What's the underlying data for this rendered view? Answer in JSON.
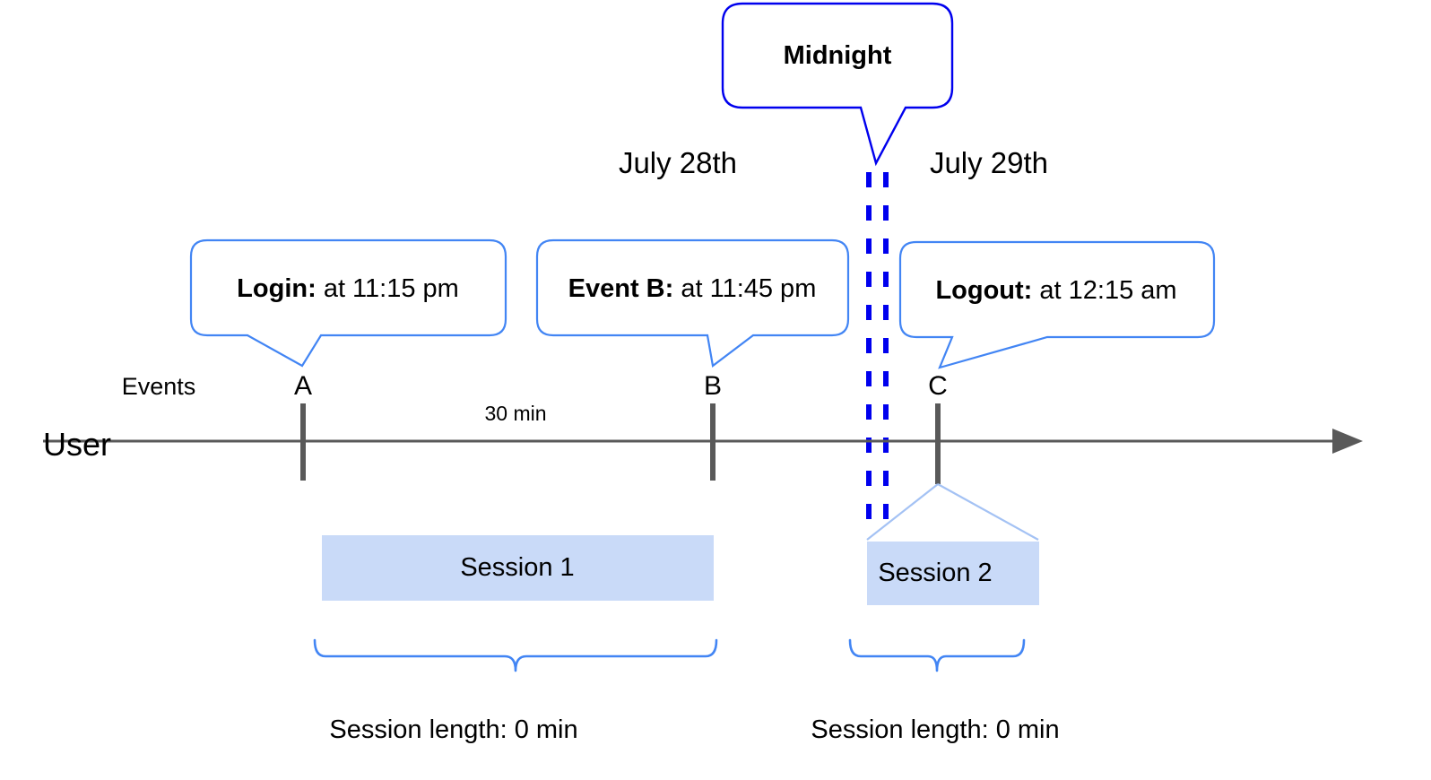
{
  "diagram": {
    "title_callout": {
      "text": "Midnight"
    },
    "dates": [
      {
        "label": "July 28th"
      },
      {
        "label": "July 29th"
      }
    ],
    "axis": {
      "row_label": "User",
      "events_label": "Events",
      "duration_annotation": "30 min"
    },
    "events": [
      {
        "letter": "A",
        "callout_label": "Login:",
        "callout_value": "at 11:15 pm"
      },
      {
        "letter": "B",
        "callout_label": "Event B:",
        "callout_value": "at 11:45 pm"
      },
      {
        "letter": "C",
        "callout_label": "Logout:",
        "callout_value": "at 12:15 am"
      }
    ],
    "sessions": [
      {
        "name": "Session 1",
        "length_label": "Session length: 0 min"
      },
      {
        "name": "Session 2",
        "length_label": "Session length: 0 min"
      }
    ],
    "colors": {
      "midnight_blue": "#0000EE",
      "callout_blue": "#4285F4",
      "session_fill": "#C9DAF8",
      "axis_gray": "#595959",
      "text_black": "#000000"
    }
  }
}
